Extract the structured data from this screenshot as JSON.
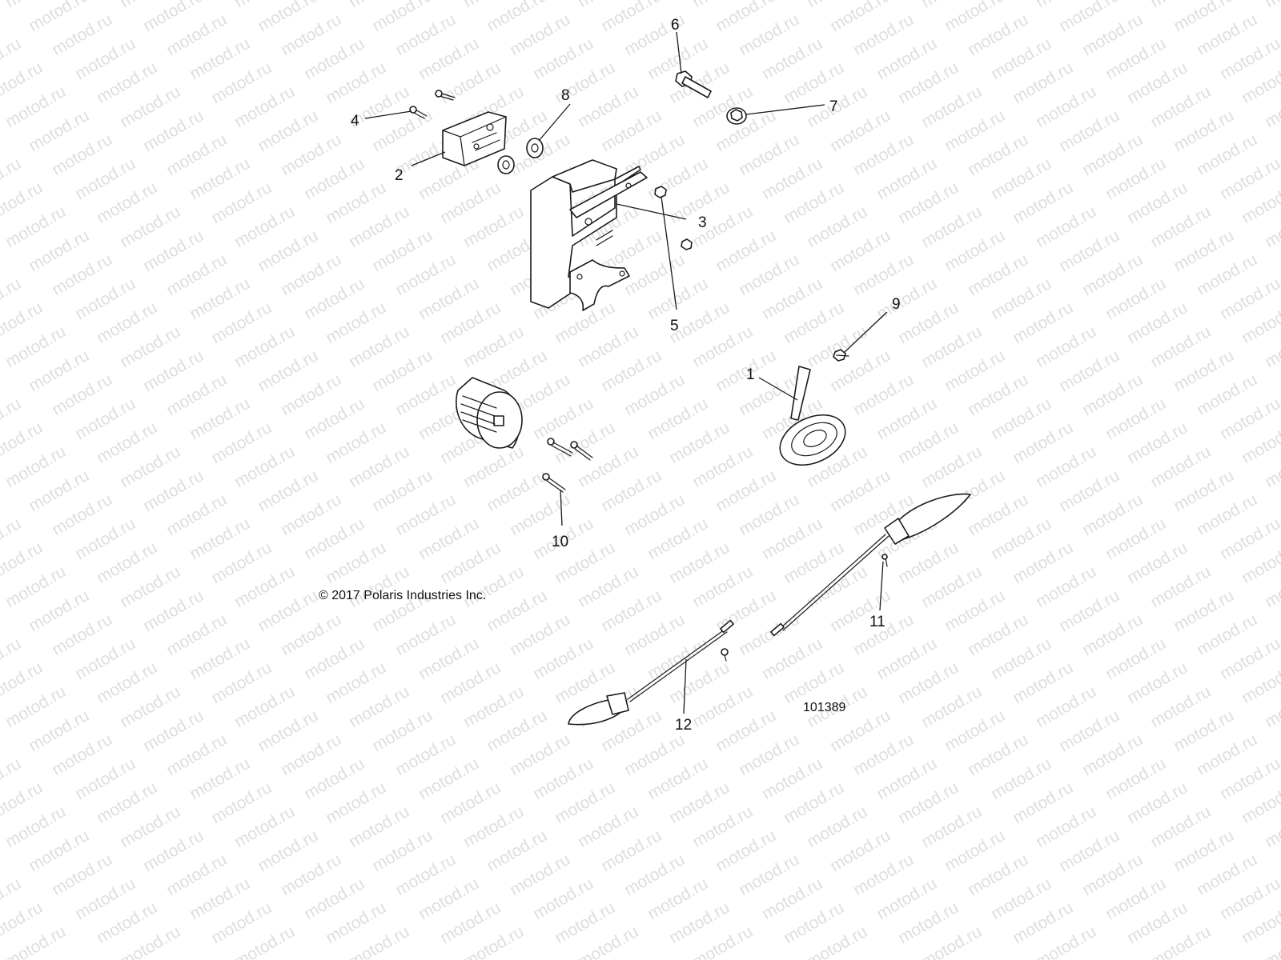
{
  "watermark": "motod.ru",
  "callouts": {
    "c1": "1",
    "c2": "2",
    "c3": "3",
    "c4": "4",
    "c5": "5",
    "c6": "6",
    "c7": "7",
    "c8": "8",
    "c9": "9",
    "c10": "10",
    "c11": "11",
    "c12": "12"
  },
  "copyright": "© 2017 Polaris Industries Inc.",
  "figure_number": "101389"
}
